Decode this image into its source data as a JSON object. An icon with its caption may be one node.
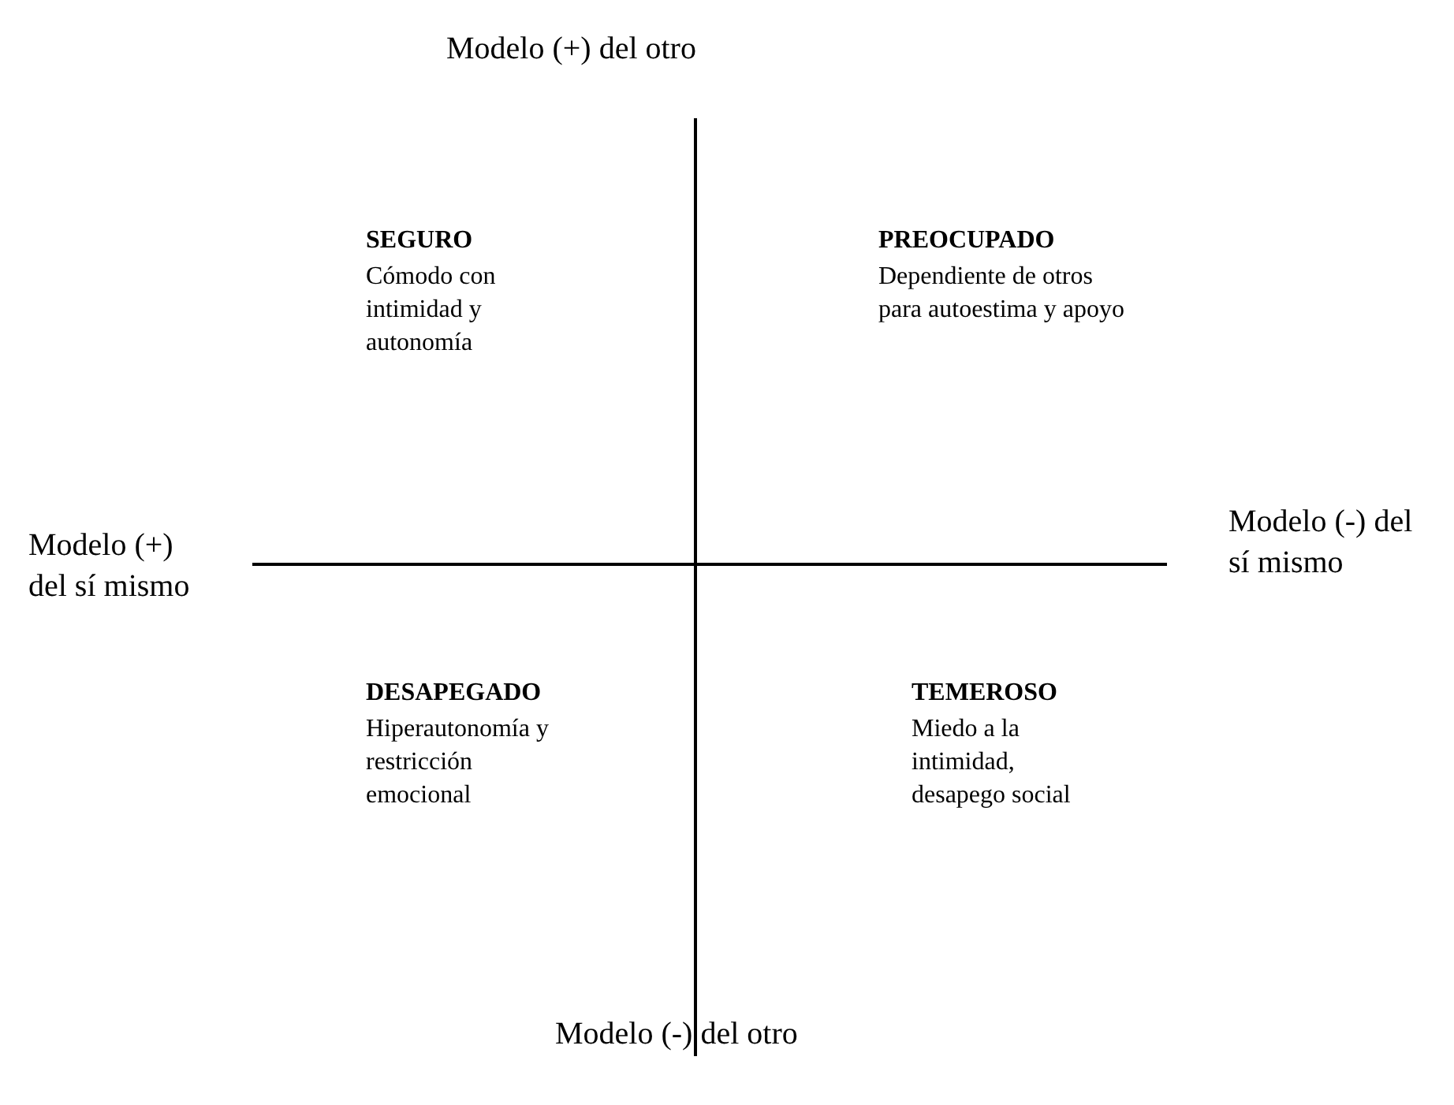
{
  "diagram": {
    "labels": [
      "Modelo (+) del otro",
      "SEGURO",
      "Cómodo con intimidad y autonomía",
      "PREOCUPADO",
      "Dependiente de otros para autoestima y apoyo",
      "Modelo (+) del sí mismo",
      "Modelo (-) del sí mismo",
      "DESAPEGADO",
      "Hiperautonomía y restricción emocional",
      "TEMEROSO",
      "Miedo a la intimidad, desapego social",
      "Modelo (-) del otro"
    ]
  }
}
